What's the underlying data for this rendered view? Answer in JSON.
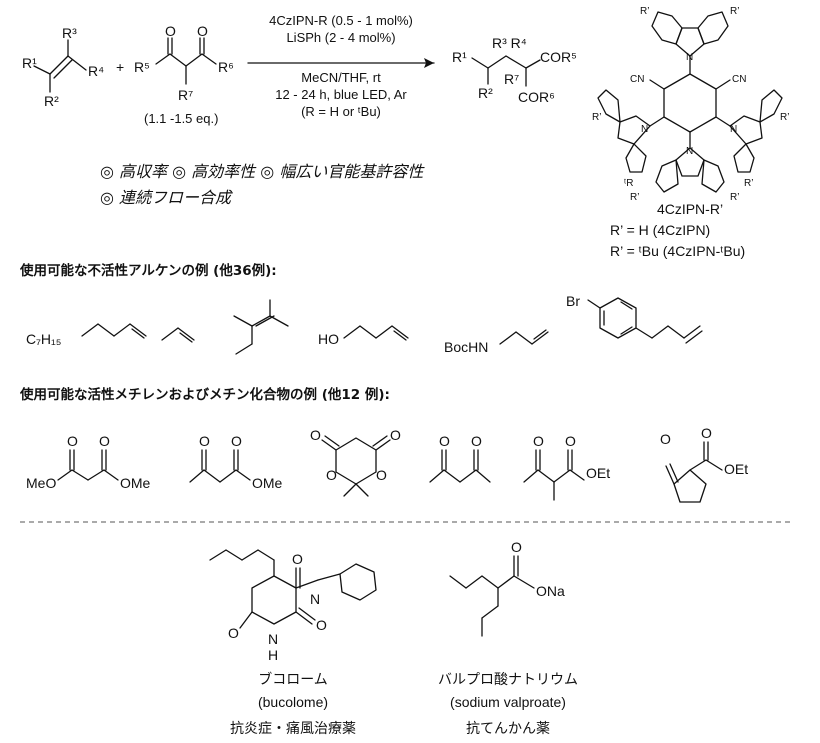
{
  "reaction": {
    "alkene_r1": "R¹",
    "alkene_r2": "R²",
    "alkene_r3": "R³",
    "alkene_r4": "R⁴",
    "plus": "+",
    "diketone_r5": "R⁵",
    "diketone_r6": "R⁶",
    "diketone_r7": "R⁷",
    "equiv": "(1.1 -1.5 eq.)",
    "conditions_above": [
      "4CzIPN-R (0.5 - 1 mol%)",
      "LiSPh (2 - 4 mol%)"
    ],
    "conditions_below": [
      "MeCN/THF, rt",
      "12 - 24 h, blue LED, Ar",
      "(R = H or ᵗBu)"
    ],
    "product_labels": [
      "R¹",
      "R³ R⁴",
      "COR⁵",
      "R²",
      "R⁷",
      "COR⁶"
    ]
  },
  "catalyst": {
    "name": "4CzIPN-R’",
    "variants": [
      "R’ = H (4CzIPN)",
      "R’ = ᵗBu (4CzIPN-ᵗBu)"
    ],
    "labels": {
      "r_prime": "R’",
      "tbu_r": "ᵗR",
      "cn": "CN",
      "n": "N"
    }
  },
  "features": [
    "◎ 高収率  ◎ 高効率性  ◎ 幅広い官能基許容性",
    "◎ 連続フロー合成"
  ],
  "alkenes": {
    "heading": "使用可能な不活性アルケンの例 (他36例):",
    "labels": [
      "C₇H₁₅",
      "HO",
      "BocHN",
      "Br"
    ]
  },
  "methylenes": {
    "heading": "使用可能な活性メチレンおよびメチン化合物の例  (他12 例):",
    "labels": [
      "MeO",
      "OMe",
      "O",
      "OEt"
    ]
  },
  "drugs": [
    {
      "name_ja": "ブコローム",
      "name_en": "(bucolome)",
      "use": "抗炎症・痛風治療薬"
    },
    {
      "name_ja": "バルプロ酸ナトリウム",
      "name_en": "(sodium valproate)",
      "use": "抗てんかん薬"
    }
  ],
  "drug_labels": {
    "n": "N",
    "h": "H",
    "ona": "ONa"
  }
}
